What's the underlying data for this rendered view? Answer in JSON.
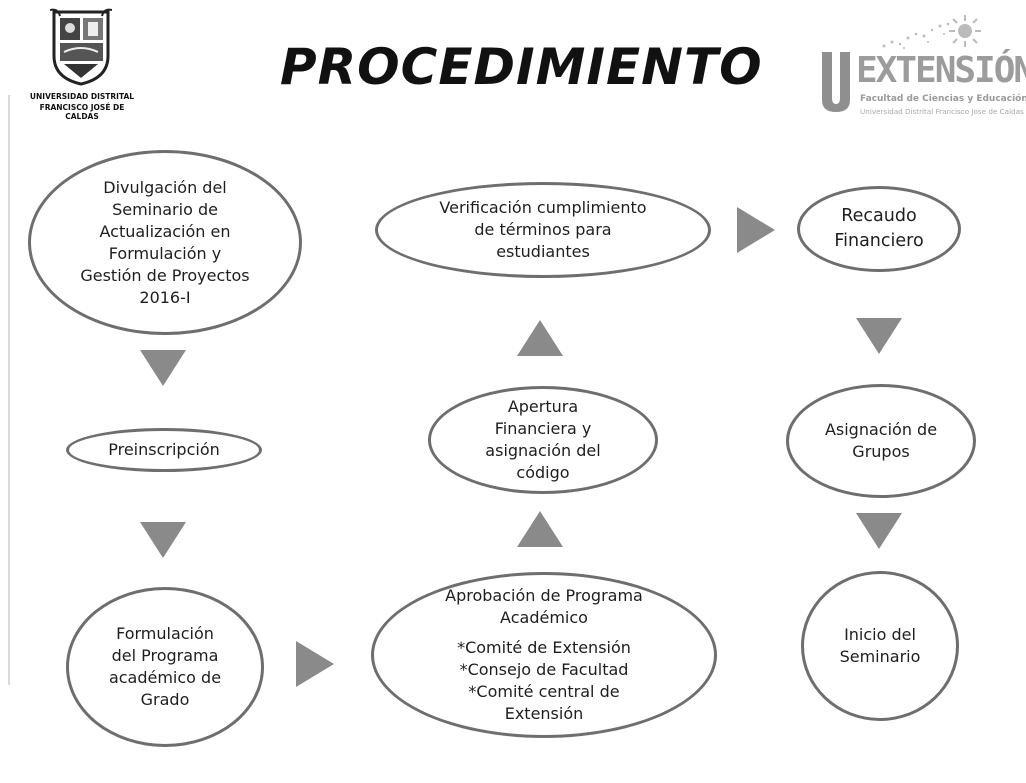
{
  "header": {
    "title": "PROCEDIMIENTO",
    "left_logo": {
      "line1": "UNIVERSIDAD DISTRITAL",
      "line2": "FRANCISCO JOSÉ DE CALDAS"
    },
    "right_logo": {
      "word": "EXTENSIÓN",
      "sub1": "Facultad de Ciencias y Educación",
      "sub2": "Universidad Distrital Francisco Jose de Caldas"
    }
  },
  "nodes": {
    "divulgacion": [
      "Divulgación del",
      "Seminario de",
      "Actualización en",
      "Formulación y",
      "Gestión de Proyectos",
      "2016-I"
    ],
    "preinscripcion": [
      "Preinscripción"
    ],
    "formulacion": [
      "Formulación",
      "del Programa",
      "académico de",
      "Grado"
    ],
    "aprobacion": [
      "Aprobación de Programa",
      "Académico",
      "*Comité de Extensión",
      "*Consejo de Facultad",
      "*Comité central de",
      "Extensión"
    ],
    "apertura": [
      "Apertura",
      "Financiera y",
      "asignación del",
      "código"
    ],
    "verificacion": [
      "Verificación cumplimiento",
      "de términos para",
      "estudiantes"
    ],
    "recaudo": [
      "Recaudo",
      "Financiero"
    ],
    "asignacion": [
      "Asignación de",
      "Grupos"
    ],
    "inicio": [
      "Inicio del",
      "Seminario"
    ]
  }
}
